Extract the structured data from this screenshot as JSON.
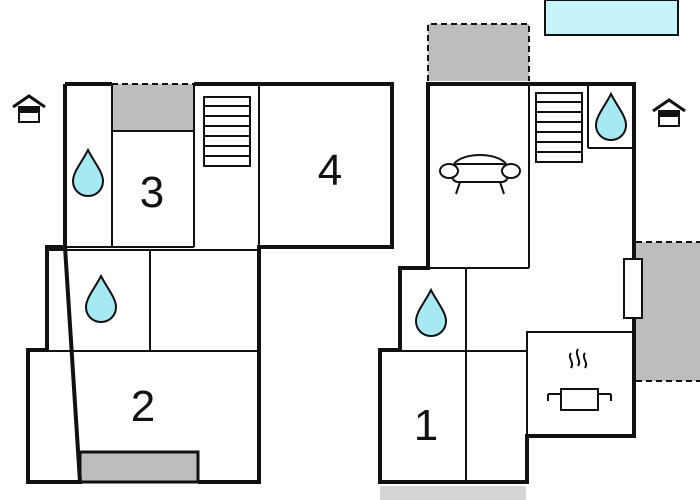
{
  "colors": {
    "wall": "#111111",
    "floor": "#ffffff",
    "terrace": "#bdbdbd",
    "pool": "#c7f3fb",
    "water": "#a6e9f2"
  },
  "rooms": [
    {
      "id": "bedroom-1",
      "label": "1"
    },
    {
      "id": "bedroom-2",
      "label": "2"
    },
    {
      "id": "bedroom-3",
      "label": "3"
    },
    {
      "id": "bedroom-4",
      "label": "4"
    }
  ],
  "icons": {
    "bathroom": "water-drop-icon",
    "stairs": "stairs-icon",
    "living": "sofa-icon",
    "kitchen": "cooking-pot-icon",
    "entrance": "house-entrance-icon"
  }
}
